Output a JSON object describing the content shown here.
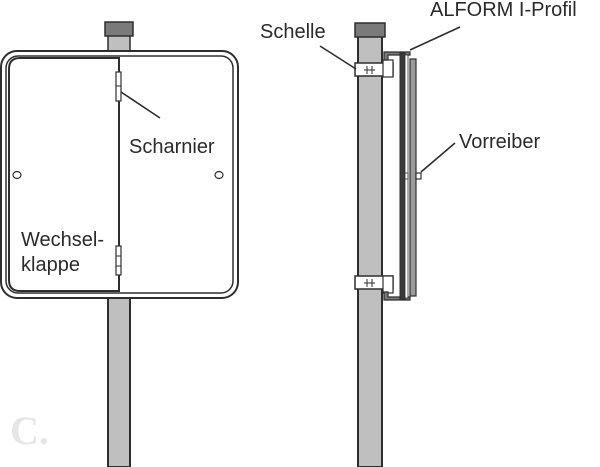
{
  "diagram": {
    "type": "technical-drawing",
    "subject": "Sign mounted on post with clamps, front and side view",
    "front_view": {
      "labels": {
        "hinge": "Scharnier",
        "flap_line1": "Wechsel-",
        "flap_line2": "klappe"
      }
    },
    "side_view": {
      "labels": {
        "clamp": "Schelle",
        "profile": "ALFORM I-Profil",
        "latch": "Vorreiber"
      }
    },
    "watermark": "C.",
    "colors": {
      "outline": "#2e2e2e",
      "post_fill": "#bfbfbf",
      "cap_fill": "#7a7a7a",
      "profile_dark": "#3a3a3a",
      "background": "#ffffff"
    }
  }
}
